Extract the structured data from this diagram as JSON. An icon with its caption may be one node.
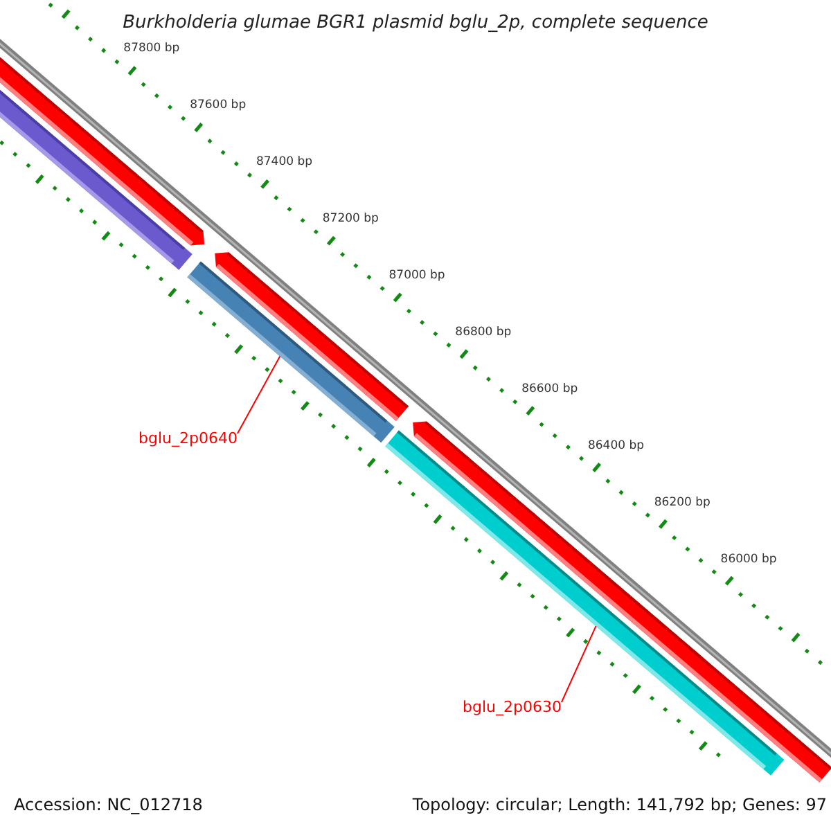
{
  "diagram": {
    "title": "Burkholderia glumae BGR1 plasmid bglu_2p, complete sequence",
    "nodes": [
      {
        "text": [],
        "shape": "bar"
      },
      {
        "text": [],
        "shape": "bar"
      },
      {
        "text": [],
        "shape": "bar"
      },
      {
        "text": [],
        "shape": "bar"
      },
      {
        "text": [
          "bglu_2p0640"
        ]
      },
      {
        "text": [],
        "shape": "bar"
      },
      {
        "text": [],
        "shape": "bar"
      },
      {
        "text": [
          "bglu_2p0630"
        ]
      }
    ],
    "edges": [
      {
        "from": 4,
        "to": 3,
        "arrow": "none"
      },
      {
        "from": 7,
        "to": 6,
        "arrow": "none"
      }
    ],
    "labels": [
      "87800 bp",
      "87600 bp",
      "87400 bp",
      "87200 bp",
      "87000 bp",
      "86800 bp",
      "86600 bp",
      "86400 bp",
      "86200 bp",
      "86000 bp",
      "Accession: NC_012718",
      "Topology: circular; Length: 141,792 bp; Genes: 97"
    ]
  }
}
